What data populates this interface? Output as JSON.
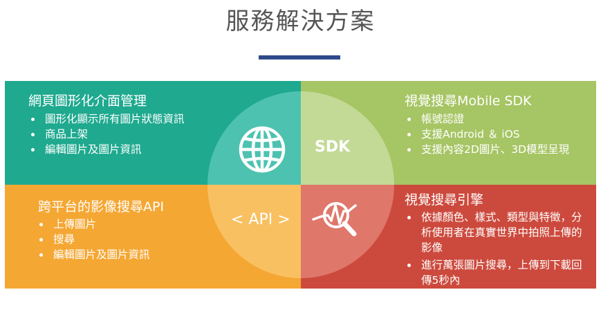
{
  "header": {
    "title": "服務解決方案"
  },
  "quadrants": {
    "top_left": {
      "heading": "網頁圖形化介面管理",
      "items": [
        "圖形化顯示所有圖片狀態資訊",
        "商品上架",
        "編輯圖片及圖片資訊"
      ]
    },
    "top_right": {
      "heading": "視覺搜尋Mobile SDK",
      "items": [
        "帳號認證",
        "支援Android ＆ iOS",
        "支援內容2D圖片、3D模型呈現"
      ]
    },
    "bottom_left": {
      "heading": "跨平台的影像搜尋API",
      "items": [
        "上傳圖片",
        "搜尋",
        "編輯圖片及圖片資訊"
      ]
    },
    "bottom_right": {
      "heading": "視覺搜尋引擎",
      "items": [
        "依據顏色、樣式、類型與特徵，分析使用者在真實世界中拍照上傳的影像",
        "進行萬張圖片搜尋，上傳到下載回傳5秒內"
      ]
    }
  },
  "center": {
    "sdk_label": "SDK",
    "api_label": "< API >"
  },
  "icons": {
    "web": "globe-icon",
    "engine": "analytics-magnifier-icon"
  },
  "colors": {
    "teal": "#1fa98f",
    "green": "#a6c564",
    "orange": "#f5a733",
    "red": "#cc4a3d",
    "title": "#555555",
    "underline": "#2e4a8b"
  }
}
